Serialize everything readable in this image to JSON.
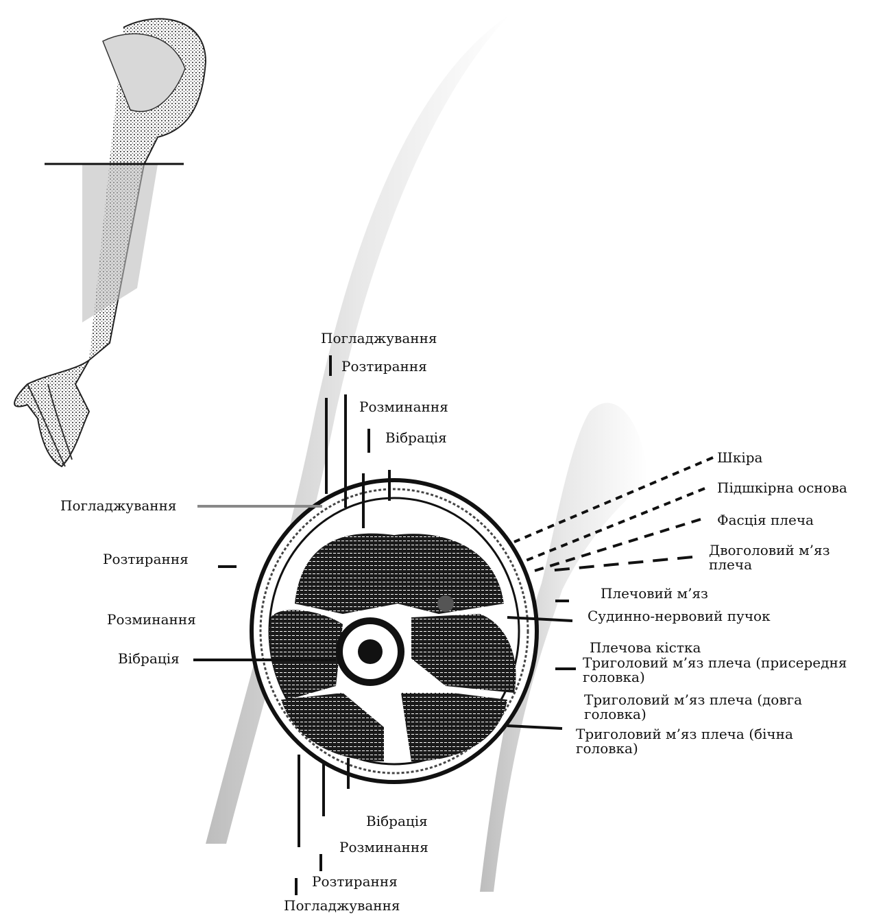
{
  "labels": {
    "top": {
      "stroking": "Погладжування",
      "rubbing": "Розтирання",
      "kneading": "Розминання",
      "vibration": "Вібрація"
    },
    "left": {
      "stroking": "Погладжування",
      "rubbing": "Розтирання",
      "kneading": "Розминання",
      "vibration": "Вібрація"
    },
    "bottom": {
      "vibration": "Вібрація",
      "kneading": "Розминання",
      "rubbing": "Розтирання",
      "stroking": "Погладжування"
    },
    "right": {
      "skin": "Шкіра",
      "subcutaneous": "Підшкірна основа",
      "fascia": "Фасція плеча",
      "biceps": "Двоголовий м’яз плеча",
      "brachialis": "Плечовий м’яз",
      "neurovascular": "Судинно-нервовий пучок",
      "humerus": "Плечова кістка",
      "triceps_medial": "Триголовий м’яз плеча (присередня головка)",
      "triceps_long": "Триголовий м’яз плеча (довга головка)",
      "triceps_lateral": "Триголовий м’яз плеча (бічна головка)"
    }
  },
  "colors": {
    "ink": "#111111",
    "muscle": "#1a1a1a",
    "limb_shade": "#c8c8c8"
  }
}
